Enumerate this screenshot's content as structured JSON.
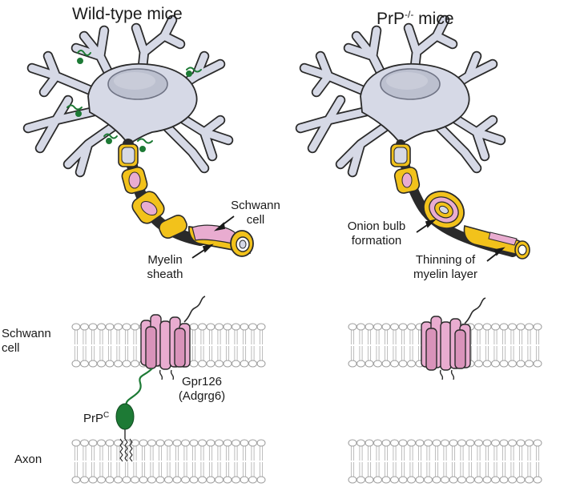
{
  "panels": {
    "left": {
      "title": "Wild-type mice",
      "labels": {
        "schwann_cell_1": "Schwann",
        "schwann_cell_2": "cell",
        "myelin_sheath_1": "Myelin",
        "myelin_sheath_2": "sheath"
      }
    },
    "right": {
      "title_main": "PrP",
      "title_sup": "-/-",
      "title_rest": " mice",
      "labels": {
        "onion_bulb_1": "Onion bulb",
        "onion_bulb_2": "formation",
        "thinning_1": "Thinning of",
        "thinning_2": "myelin layer"
      }
    }
  },
  "membranes": {
    "schwann_cell_1": "Schwann",
    "schwann_cell_2": "cell",
    "axon": "Axon",
    "receptor_1": "Gpr126",
    "receptor_2": "(Adgrg6)",
    "prion_main": "PrP",
    "prion_sup": "C"
  },
  "colors": {
    "cell_body": "#d6d9e6",
    "nucleus": "#bcc0cf",
    "myelin": "#f2c21b",
    "schwann_pink": "#e9acd0",
    "prp_green": "#1d7a35",
    "outline": "#2a2a2a"
  }
}
